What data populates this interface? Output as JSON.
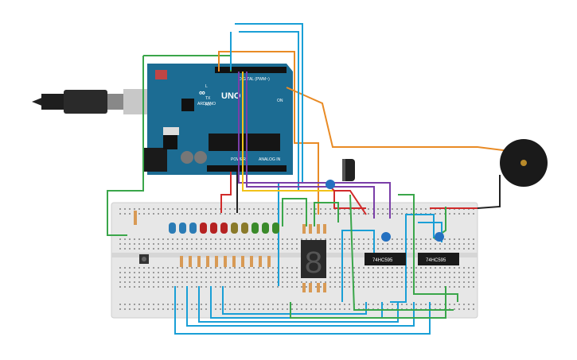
{
  "colors": {
    "board": "#1c6c93",
    "breadboard": "#e7e7e7",
    "wire_blue": "#1a9fd6",
    "wire_green": "#3aa64a",
    "wire_orange": "#e98b25",
    "wire_red": "#d12a2a",
    "wire_purple": "#7a3ea8",
    "wire_yellow": "#f2c21a",
    "wire_black": "#222222"
  },
  "arduino": {
    "brand": "ARDUINO",
    "model": "UNO",
    "digital_label": "DIGITAL (PWM~)",
    "power_label": "POWER",
    "analog_label": "ANALOG IN",
    "tx_label": "TX",
    "rx_label": "RX",
    "on_label": "ON",
    "l_label": "L"
  },
  "chips": {
    "chip1": "74HC595",
    "chip2": "74HC595"
  },
  "display": {
    "digit": "8"
  },
  "leds": [
    "#2a7bb5",
    "#2a7bb5",
    "#2a7bb5",
    "#b52222",
    "#b52222",
    "#b52222",
    "#8a7a2a",
    "#8a7a2a",
    "#3a8a2a",
    "#3a8a2a",
    "#3a8a2a"
  ]
}
